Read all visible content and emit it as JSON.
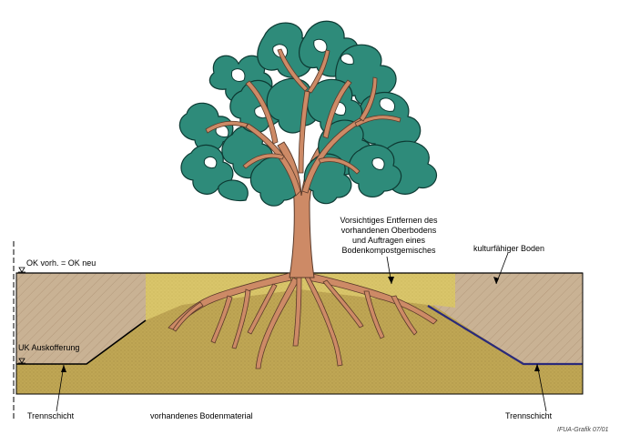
{
  "labels": {
    "ok_level": "OK vorh. = OK neu",
    "uk_level": "UK Auskofferung",
    "separation_left": "Trennschicht",
    "separation_right": "Trennschicht",
    "existing_soil": "vorhandenes Bodenmaterial",
    "cultivable_soil": "kulturfähiger Boden",
    "note_line1": "Vorsichtiges Entfernen des",
    "note_line2": "vorhandenen Oberbodens",
    "note_line3": "und Auftragen eines",
    "note_line4": "Bodenkompostgemisches",
    "credit": "IFUA-Grafik 07/01"
  },
  "colors": {
    "foliage": "#2e8b7a",
    "foliage_hole": "#ffffff",
    "trunk": "#cd8a66",
    "cultivable_soil": "#c9b294",
    "compost_mix": "#d9c56a",
    "existing_soil": "#bfa654",
    "separation_layer": "#2a2a7a"
  }
}
